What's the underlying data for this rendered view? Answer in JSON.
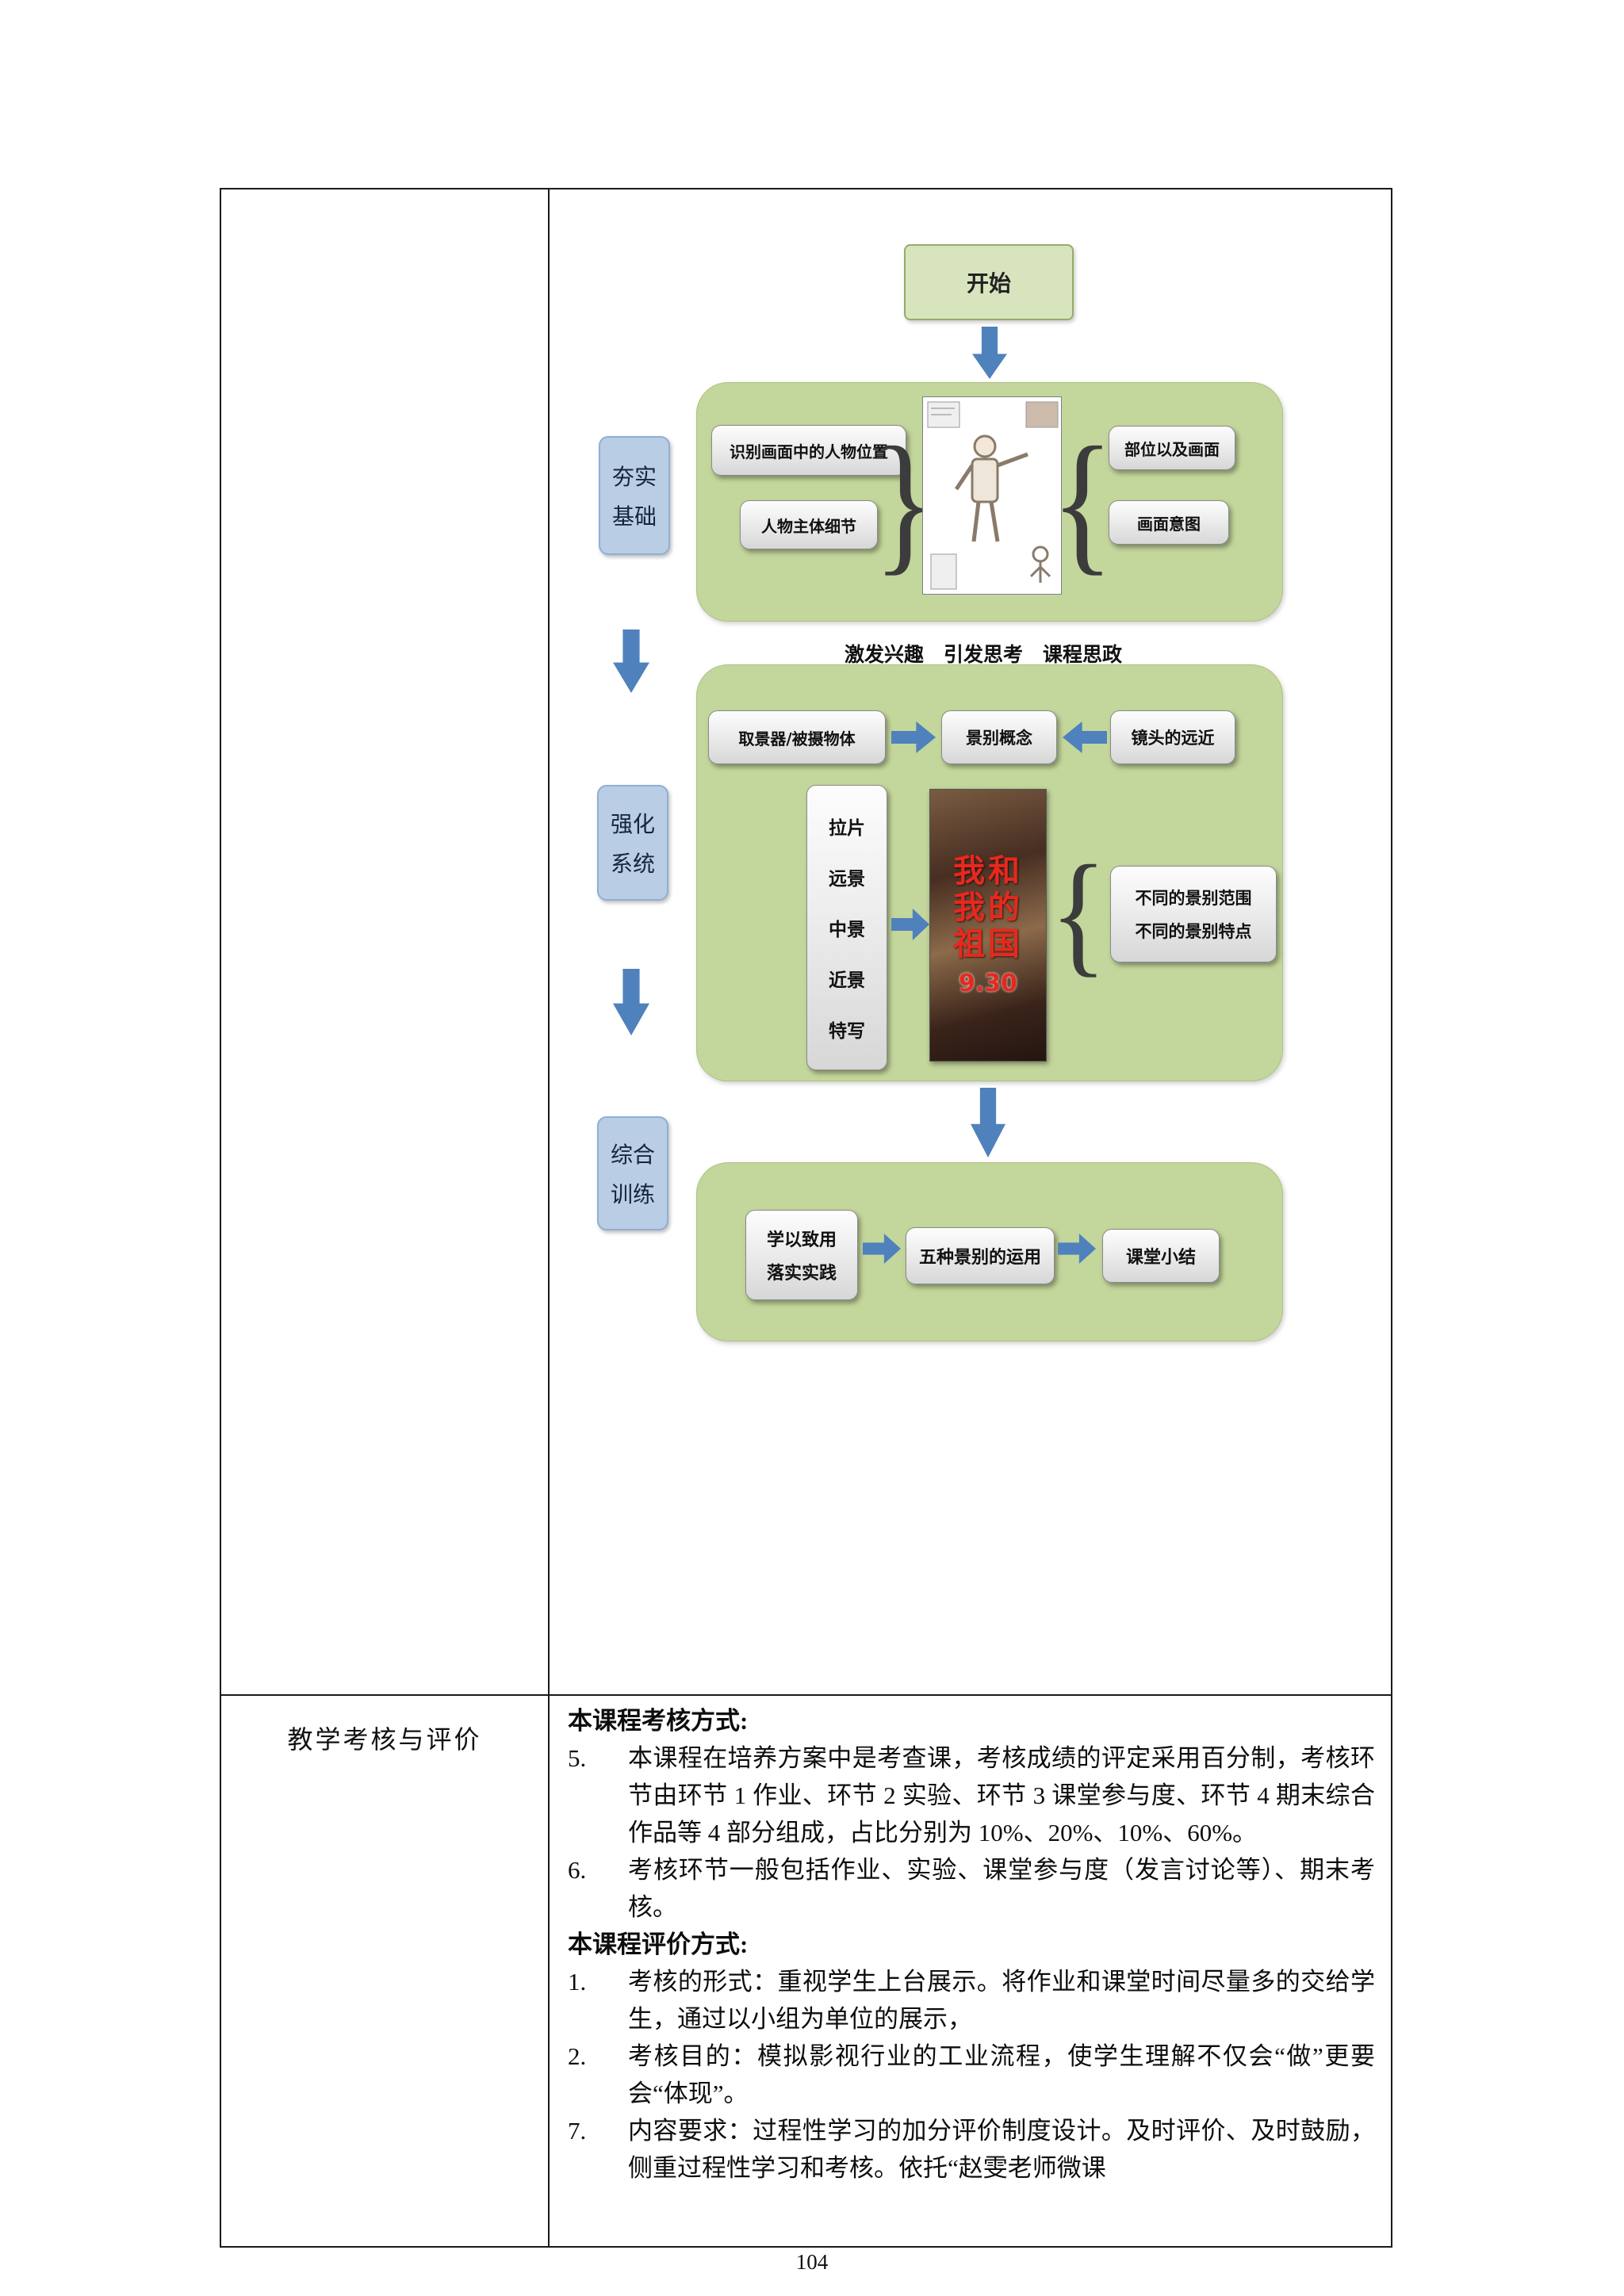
{
  "page": {
    "number": "104"
  },
  "table": {
    "row2_header": "教学考核与评价"
  },
  "glyphs": {
    "brace_close": "}",
    "brace_open": "{"
  },
  "colors": {
    "container_green": "#c3d69b",
    "start_green": "#d7e4bd",
    "stage_blue": "#b9cde5",
    "arrow_blue": "#4f81bd",
    "poster_title_red": "#e8281e"
  },
  "flowchart": {
    "start_label": "开始",
    "caption": "激发兴趣　引发思考　课程思政",
    "stages": [
      {
        "lines": [
          "夯实",
          "基础"
        ]
      },
      {
        "lines": [
          "强化",
          "系统"
        ]
      },
      {
        "lines": [
          "综合",
          "训练"
        ]
      }
    ],
    "section1": {
      "identify_box": "识别画面中的人物位置",
      "detail_box": "人物主体细节",
      "parts_box": "部位以及画面",
      "intent_box": "画面意图"
    },
    "section2": {
      "viewfinder_box": "取景器/被摄物体",
      "concept_box": "景别概念",
      "lens_box": "镜头的远近",
      "shot_list": [
        "拉片",
        "远景",
        "中景",
        "近景",
        "特写"
      ],
      "poster": {
        "title_lines": [
          "我和",
          "我的",
          "祖国"
        ],
        "date": "9.30"
      },
      "result_lines": [
        "不同的景别范围",
        "不同的景别特点"
      ]
    },
    "section3": {
      "practice_lines": [
        "学以致用",
        "落实实践"
      ],
      "apply_box": "五种景别的运用",
      "summary_box": "课堂小结"
    }
  },
  "assessment": {
    "heading_exam": "本课程考核方式:",
    "exam_items": [
      {
        "num": "5.",
        "text": "本课程在培养方案中是考查课，考核成绩的评定采用百分制，考核环节由环节 1 作业、环节 2 实验、环节 3 课堂参与度、环节 4 期末综合作品等 4 部分组成，占比分别为 10%、20%、10%、60%。"
      },
      {
        "num": "6.",
        "text": "考核环节一般包括作业、实验、课堂参与度（发言讨论等）、期末考核。"
      }
    ],
    "heading_eval": "本课程评价方式:",
    "eval_items": [
      {
        "num": "1.",
        "text": "考核的形式：重视学生上台展示。将作业和课堂时间尽量多的交给学生，通过以小组为单位的展示，"
      },
      {
        "num": "2.",
        "text": "考核目的：模拟影视行业的工业流程，使学生理解不仅会“做”更要会“体现”。"
      },
      {
        "num": "7.",
        "text": "内容要求：过程性学习的加分评价制度设计。及时评价、及时鼓励，侧重过程性学习和考核。依托“赵雯老师微课"
      }
    ]
  }
}
